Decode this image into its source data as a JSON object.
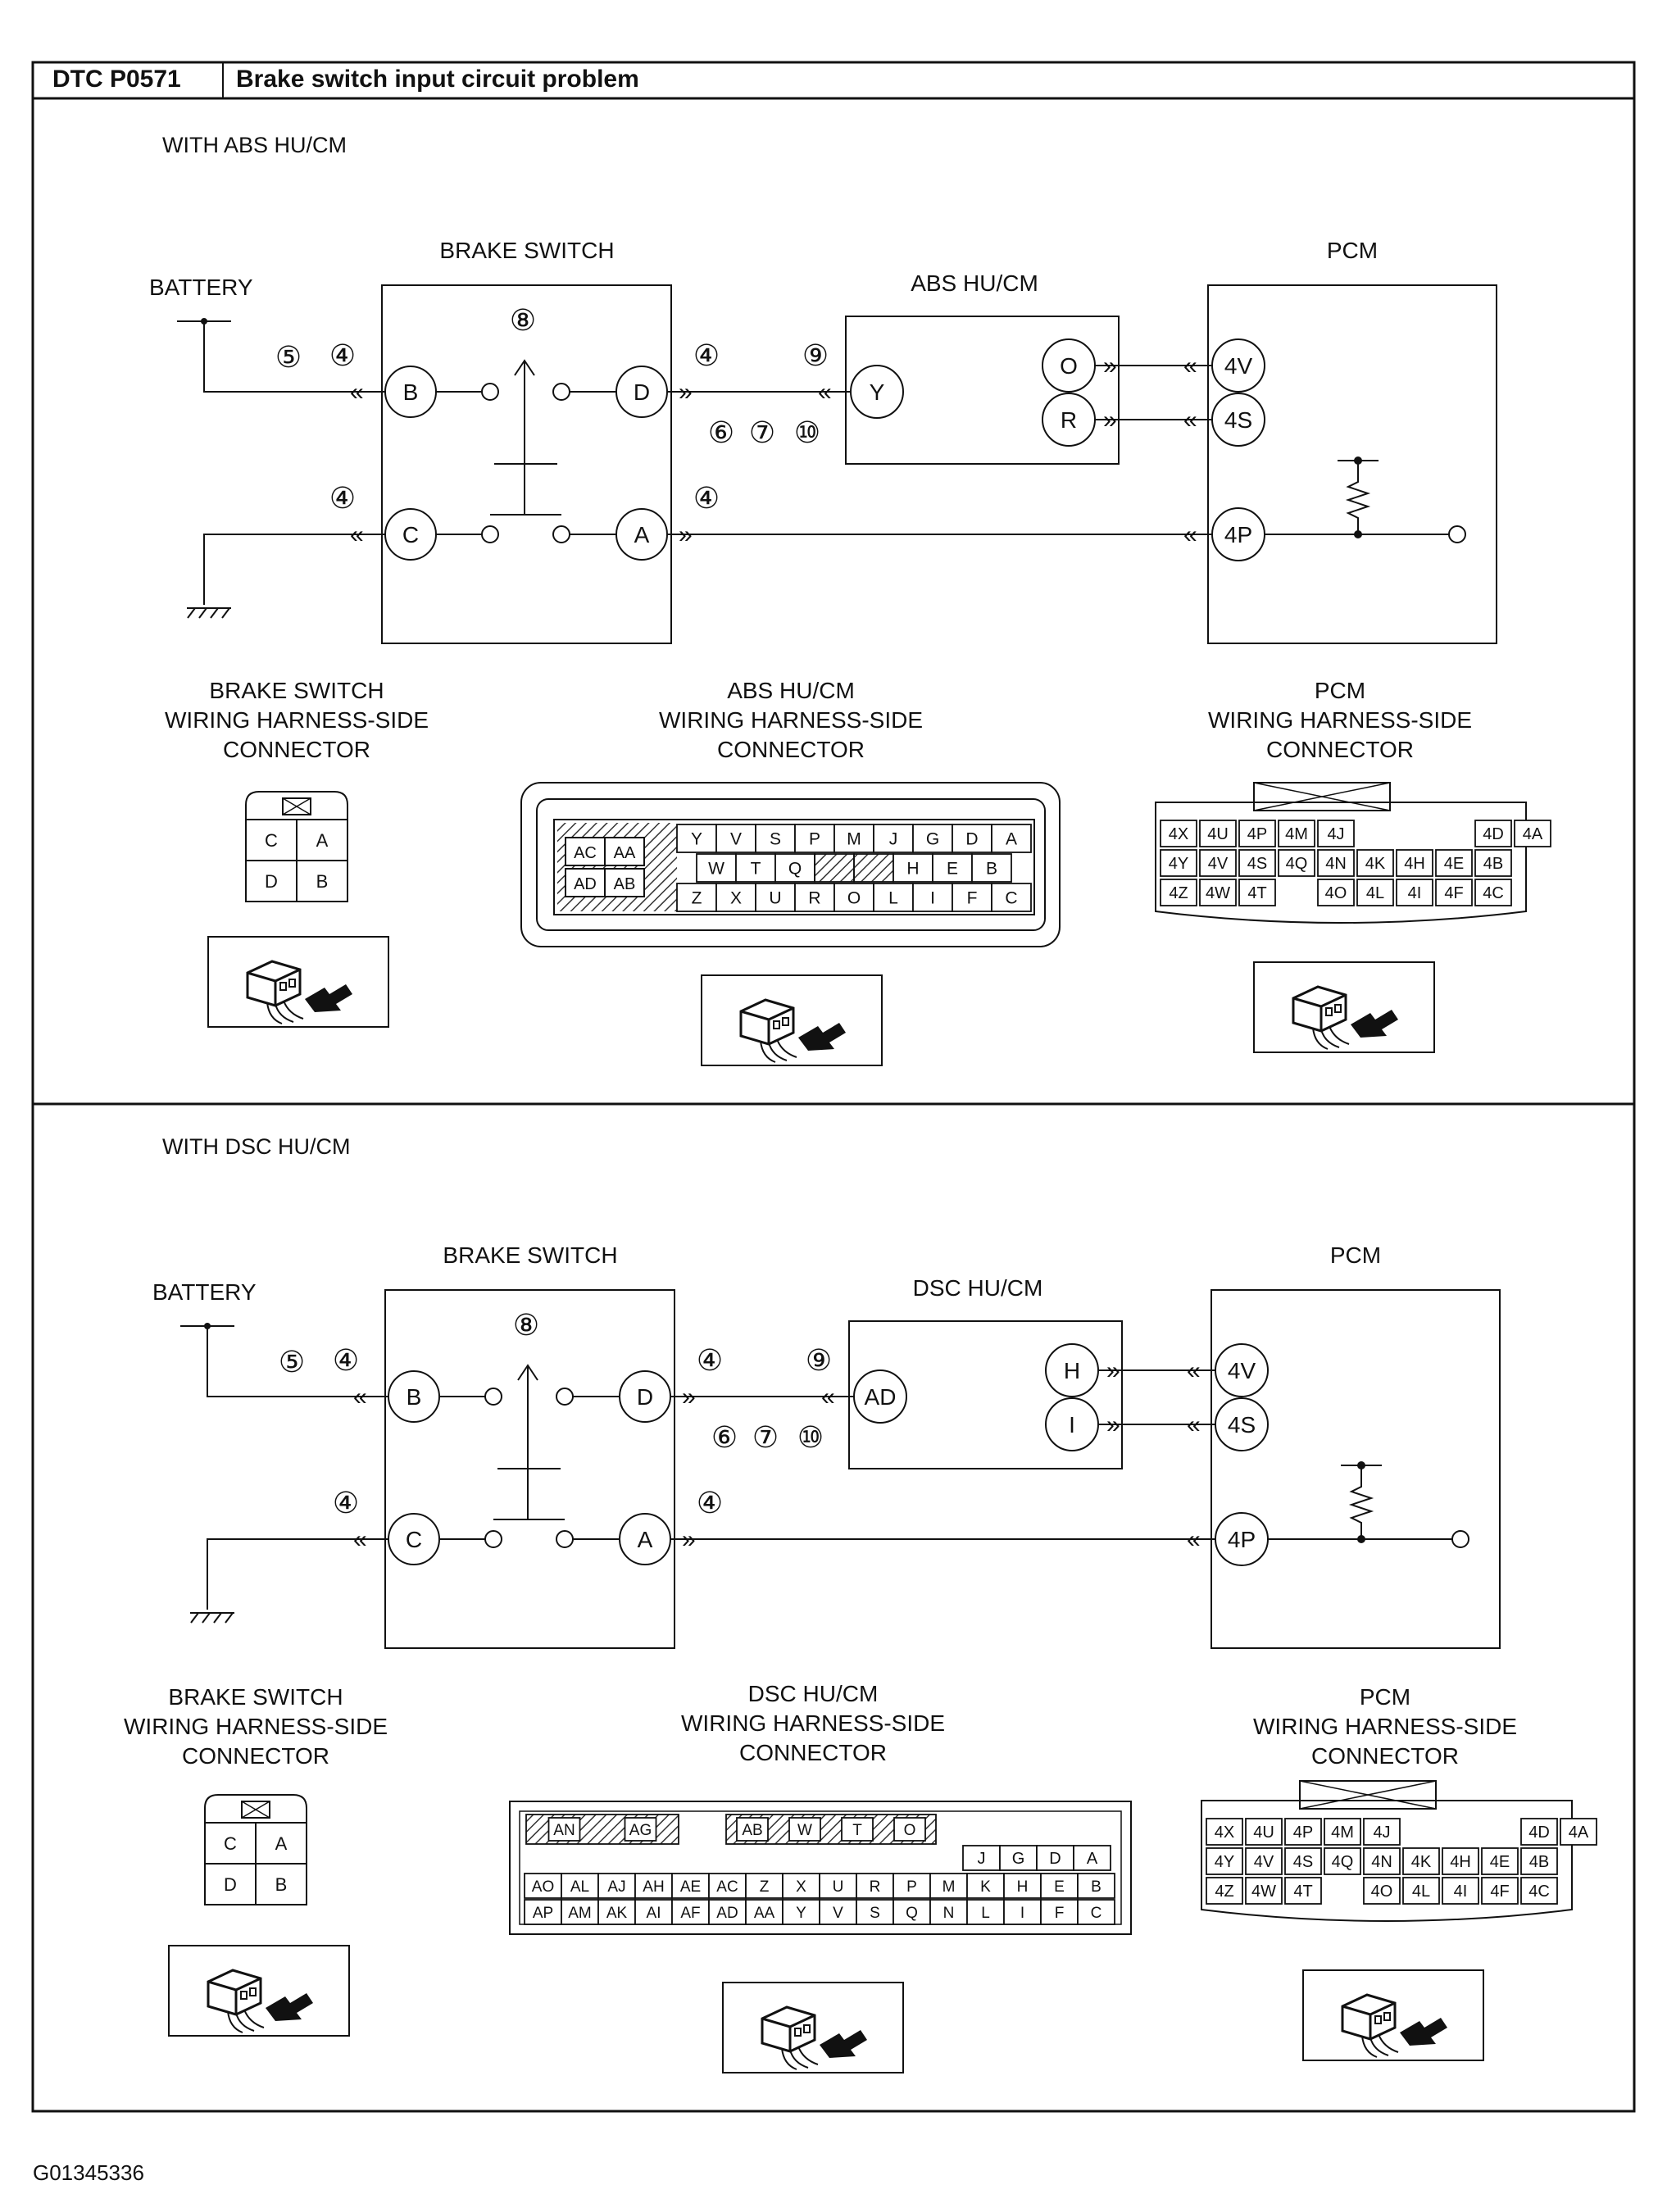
{
  "header": {
    "dtc_code": "DTC P0571",
    "dtc_title": "Brake switch input circuit problem"
  },
  "footer": {
    "figure_id": "G01345336"
  },
  "sections": [
    {
      "variant": "WITH ABS HU/CM",
      "brake_switch_label": "BRAKE SWITCH",
      "battery_label": "BATTERY",
      "module_label": "ABS HU/CM",
      "pcm_label": "PCM",
      "terminals": {
        "b": "B",
        "c": "C",
        "d": "D",
        "a": "A",
        "mod_in": "Y",
        "mod_out1": "O",
        "mod_out2": "R",
        "pcm1": "4V",
        "pcm2": "4S",
        "pcm3": "4P"
      },
      "markers": {
        "m5": "⑤",
        "m4a": "④",
        "m8": "⑧",
        "m4b": "④",
        "m9": "⑨",
        "m6": "⑥",
        "m7": "⑦",
        "m10": "⑩",
        "m4c": "④",
        "m4d": "④"
      },
      "connectors": {
        "brake": {
          "title": [
            "BRAKE SWITCH",
            "WIRING HARNESS-SIDE",
            "CONNECTOR"
          ],
          "pins": [
            [
              "C",
              "A"
            ],
            [
              "D",
              "B"
            ]
          ]
        },
        "module": {
          "title": [
            "ABS HU/CM",
            "WIRING HARNESS-SIDE",
            "CONNECTOR"
          ],
          "left_pins": [
            [
              "AC",
              "AA"
            ],
            [
              "AD",
              "AB"
            ]
          ],
          "rows": [
            [
              "Y",
              "V",
              "S",
              "P",
              "M",
              "J",
              "G",
              "D",
              "A"
            ],
            [
              "W",
              "T",
              "Q",
              "",
              "",
              "H",
              "E",
              "B"
            ],
            [
              "Z",
              "X",
              "U",
              "R",
              "O",
              "L",
              "I",
              "F",
              "C"
            ]
          ]
        },
        "pcm": {
          "title": [
            "PCM",
            "WIRING HARNESS-SIDE",
            "CONNECTOR"
          ],
          "rows": [
            [
              "4X",
              "4U",
              "4P",
              "4M",
              "4J",
              "",
              "4D",
              "4A"
            ],
            [
              "4Y",
              "4V",
              "4S",
              "4Q",
              "4N",
              "4K",
              "4H",
              "4E",
              "4B"
            ],
            [
              "4Z",
              "4W",
              "4T",
              "",
              "4O",
              "4L",
              "4I",
              "4F",
              "4C"
            ]
          ]
        }
      }
    },
    {
      "variant": "WITH DSC HU/CM",
      "brake_switch_label": "BRAKE SWITCH",
      "battery_label": "BATTERY",
      "module_label": "DSC HU/CM",
      "pcm_label": "PCM",
      "terminals": {
        "b": "B",
        "c": "C",
        "d": "D",
        "a": "A",
        "mod_in": "AD",
        "mod_out1": "H",
        "mod_out2": "I",
        "pcm1": "4V",
        "pcm2": "4S",
        "pcm3": "4P"
      },
      "markers": {
        "m5": "⑤",
        "m4a": "④",
        "m8": "⑧",
        "m4b": "④",
        "m9": "⑨",
        "m6": "⑥",
        "m7": "⑦",
        "m10": "⑩",
        "m4c": "④",
        "m4d": "④"
      },
      "connectors": {
        "brake": {
          "title": [
            "BRAKE SWITCH",
            "WIRING HARNESS-SIDE",
            "CONNECTOR"
          ],
          "pins": [
            [
              "C",
              "A"
            ],
            [
              "D",
              "B"
            ]
          ]
        },
        "module": {
          "title": [
            "DSC HU/CM",
            "WIRING HARNESS-SIDE",
            "CONNECTOR"
          ],
          "top_groups": [
            [
              "AN",
              "AG"
            ],
            [
              "AB",
              "W",
              "T",
              "O"
            ]
          ],
          "top_right": [
            "J",
            "G",
            "D",
            "A"
          ],
          "rows": [
            [
              "AO",
              "AL",
              "AJ",
              "AH",
              "AE",
              "AC",
              "Z",
              "X",
              "U",
              "R",
              "P",
              "M",
              "K",
              "H",
              "E",
              "B"
            ],
            [
              "AP",
              "AM",
              "AK",
              "AI",
              "AF",
              "AD",
              "AA",
              "Y",
              "V",
              "S",
              "Q",
              "N",
              "L",
              "I",
              "F",
              "C"
            ]
          ]
        },
        "pcm": {
          "title": [
            "PCM",
            "WIRING HARNESS-SIDE",
            "CONNECTOR"
          ],
          "rows": [
            [
              "4X",
              "4U",
              "4P",
              "4M",
              "4J",
              "",
              "4D",
              "4A"
            ],
            [
              "4Y",
              "4V",
              "4S",
              "4Q",
              "4N",
              "4K",
              "4H",
              "4E",
              "4B"
            ],
            [
              "4Z",
              "4W",
              "4T",
              "",
              "4O",
              "4L",
              "4I",
              "4F",
              "4C"
            ]
          ]
        }
      }
    }
  ]
}
